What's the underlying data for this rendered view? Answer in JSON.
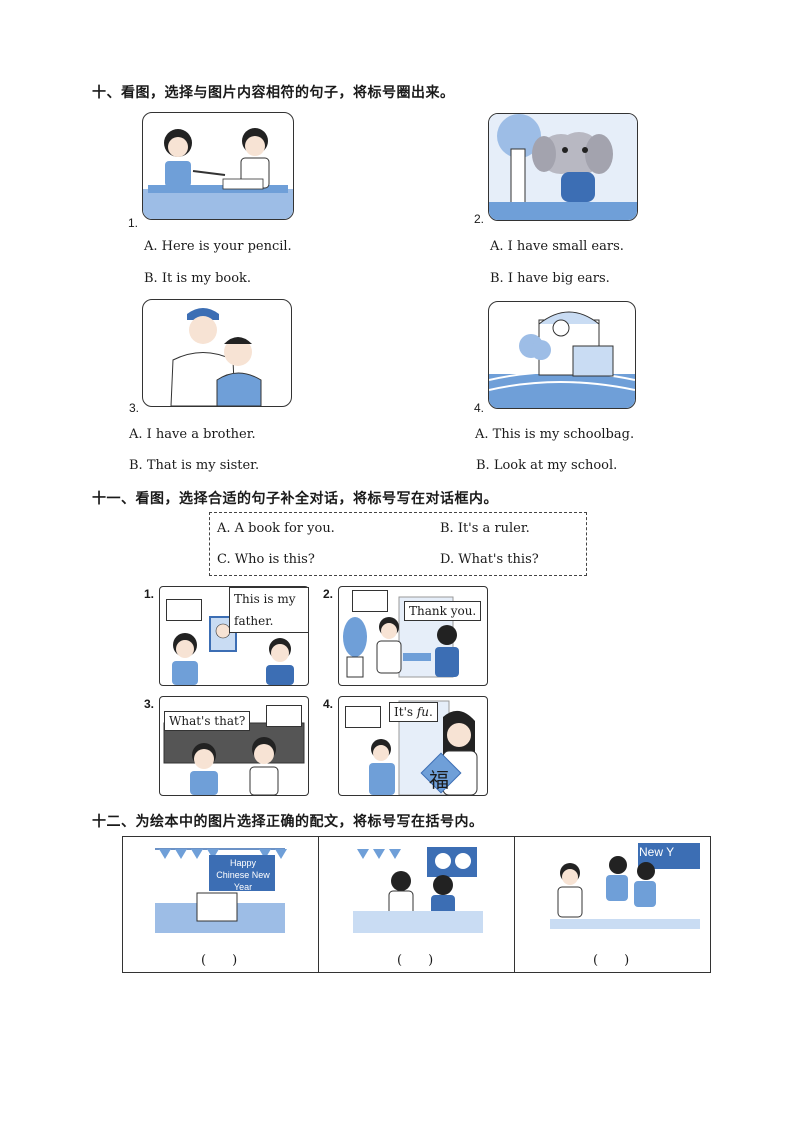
{
  "section10": {
    "heading": "十、看图，选择与图片内容相符的句子，将标号圈出来。",
    "items": [
      {
        "num": "1.",
        "a": "A. Here is your pencil.",
        "b": "B. It is my book."
      },
      {
        "num": "2.",
        "a": "A. I have small ears.",
        "b": "B. I have big ears."
      },
      {
        "num": "3.",
        "a": "A. I have a brother.",
        "b": "B. That is my sister."
      },
      {
        "num": "4.",
        "a": "A. This is my schoolbag.",
        "b": "B. Look at my school."
      }
    ]
  },
  "section11": {
    "heading": "十一、看图，选择合适的句子补全对话，将标号写在对话框内。",
    "options": {
      "a": "A. A book for you.",
      "b": "B. It's a ruler.",
      "c": "C. Who is this?",
      "d": "D. What's this?"
    },
    "scenes": [
      {
        "num": "1.",
        "bubble": "This is my father."
      },
      {
        "num": "2.",
        "bubble": "Thank you."
      },
      {
        "num": "3.",
        "bubble": "What's that?"
      },
      {
        "num": "4.",
        "bubble_prefix": "It's ",
        "bubble_italic": "fu",
        "bubble_suffix": ".",
        "sign": "福"
      }
    ]
  },
  "section12": {
    "heading": "十二、为绘本中的图片选择正确的配文，将标号写在括号内。",
    "board_text_1": "Happy Chinese New Year",
    "board_text_3": "New Y",
    "answer_blank": "(　　)"
  },
  "colors": {
    "blue": "#6f9fd8",
    "light_blue": "#c9dcf3",
    "dark_blue": "#3c6eb4"
  }
}
